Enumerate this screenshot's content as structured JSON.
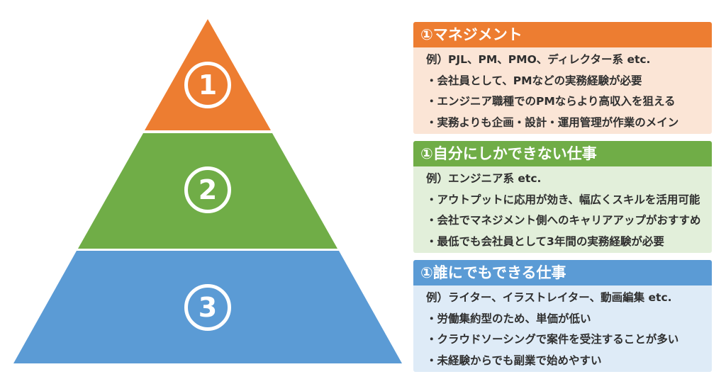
{
  "pyramid": {
    "levels": [
      {
        "number": "1",
        "color": "#ED7D31"
      },
      {
        "number": "2",
        "color": "#70AD47"
      },
      {
        "number": "3",
        "color": "#5B9BD5"
      }
    ]
  },
  "panels": [
    {
      "title": "①マネジメント",
      "header_color": "#ED7D31",
      "body_color": "#FBE5D6",
      "lines": [
        "例）PJL、PM、PMO、ディレクター系 etc.",
        "・会社員として、PMなどの実務経験が必要",
        "・エンジニア職種でのPMならより高収入を狙える",
        "・実務よりも企画・設計・運用管理が作業のメイン"
      ]
    },
    {
      "title": "①自分にしかできない仕事",
      "header_color": "#70AD47",
      "body_color": "#E2EFDA",
      "lines": [
        "例）エンジニア系 etc.",
        "・アウトプットに応用が効き、幅広くスキルを活用可能",
        "・会社でマネジメント側へのキャリアアップがおすすめ",
        "・最低でも会社員として3年間の実務経験が必要"
      ]
    },
    {
      "title": "①誰にでもできる仕事",
      "header_color": "#5B9BD5",
      "body_color": "#DEEBF7",
      "lines": [
        "例）ライター、イラストレイター、動画編集 etc.",
        "・労働集約型のため、単価が低い",
        "・クラウドソーシングで案件を受注することが多い",
        "・未経験からでも副業で始めやすい"
      ]
    }
  ]
}
